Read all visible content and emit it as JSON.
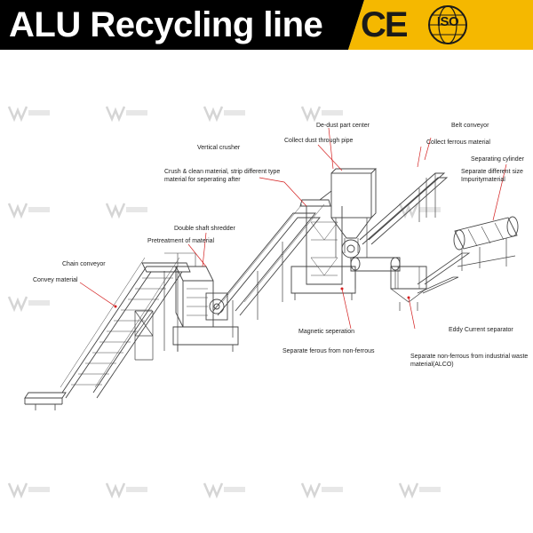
{
  "header": {
    "title": "ALU Recycling line",
    "ce_label": "CE",
    "iso_label": "ISO"
  },
  "colors": {
    "header_bg": "#000000",
    "accent_yellow": "#f5b800",
    "line_drawing": "#444444",
    "leader_red": "#d42020"
  },
  "labels": {
    "dedust_center": "De-dust part center",
    "collect_dust": "Collect dust through pipe",
    "belt_conveyor": "Belt conveyor",
    "collect_ferrous": "Collect ferrous material",
    "vertical_crusher": "Vertical crusher",
    "separating_cylinder": "Separating cylinder",
    "crush_clean_1": "Crush & clean material, strip different type",
    "crush_clean_2": "material for seperating after",
    "separate_size_1": "Separate different size",
    "separate_size_2": "Impuritymaterial",
    "double_shaft": "Double shaft shredder",
    "pretreatment": "Pretreatment of material",
    "chain_conveyor": "Chain conveyor",
    "convey_material": "Convey material",
    "magnetic": "Magnetic seperation",
    "eddy_current": "Eddy Current separator",
    "sep_ferrous": "Separate ferous from non-ferrous",
    "sep_nonferrous_1": "Separate non-ferrous from industrial waste",
    "sep_nonferrous_2": "material(ALCO)"
  }
}
